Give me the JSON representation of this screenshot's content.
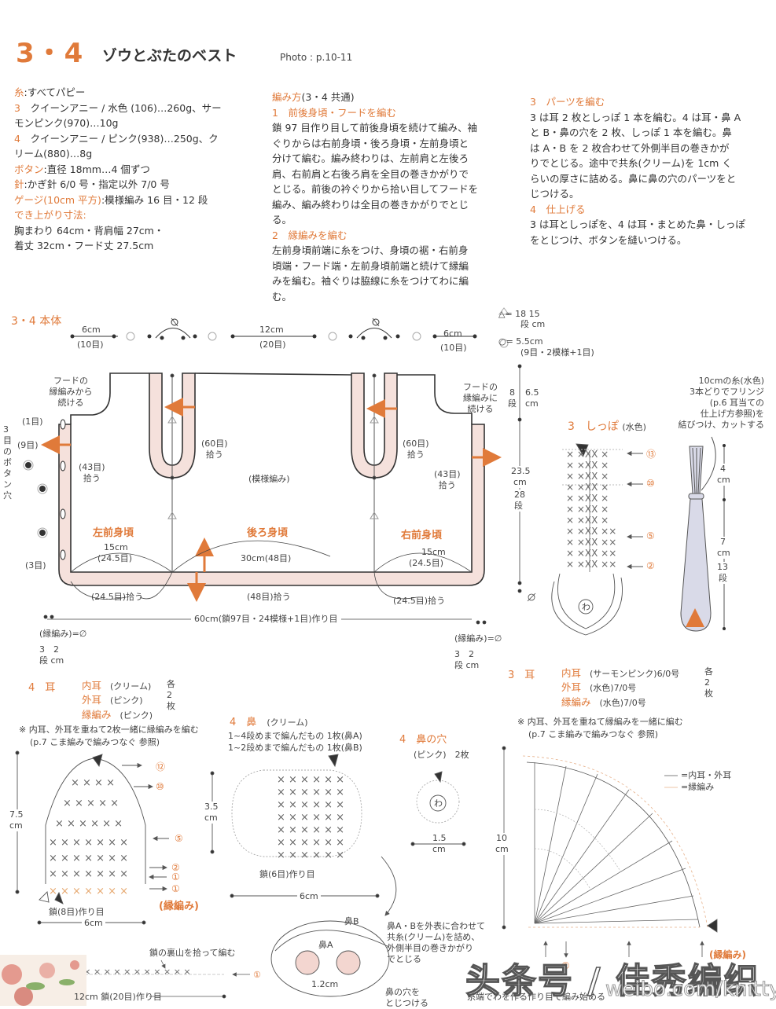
{
  "header": {
    "number": "3・4",
    "title": "ゾウとぶたのベスト",
    "photo": "Photo : p.10-11"
  },
  "materials": {
    "yarn_label": "糸",
    "yarn_value": ":すべてパピー",
    "item3_num": "3",
    "item3_line1": "クイーンアニー / 水色 (106)…260g、サー",
    "item3_line2": "モンピンク(970)…10g",
    "item4_num": "4",
    "item4_line1": "クイーンアニー / ピンク(938)…250g、ク",
    "item4_line2": "リーム(880)…8g",
    "button_label": "ボタン",
    "button_value": ":直径 18mm…4 個ずつ",
    "needle_label": "針",
    "needle_value": ":かぎ針 6/0 号・指定以外 7/0 号",
    "gauge_label": "ゲージ(10cm 平方)",
    "gauge_value": ":模様編み 16 目・12 段",
    "size_label": "でき上がり寸法:",
    "size_line1": "胸まわり 64cm・背肩幅 27cm・",
    "size_line2": "着丈 32cm・フード丈 27.5cm"
  },
  "instructions": {
    "heading": "編み方",
    "heading_note": "(3・4 共通)",
    "step1_title": "1　前後身頃・フードを編む",
    "step1_lines": [
      "鎖 97 目作り目して前後身頃を続けて編み、袖",
      "ぐりからは右前身頃・後ろ身頃・左前身頃と",
      "分けて編む。編み終わりは、左前肩と左後ろ",
      "肩、右前肩と右後ろ肩を全目の巻きかがりで",
      "とじる。前後の衿ぐりから拾い目してフードを",
      "編み、編み終わりは全目の巻きかがりでとじ",
      "る。"
    ],
    "step2_title": "2　縁編みを編む",
    "step2_lines": [
      "左前身頃前端に糸をつけ、身頃の裾・右前身",
      "頃端・フード端・左前身頃前端と続けて縁編",
      "みを編む。袖ぐりは脇線に糸をつけてわに編",
      "む。"
    ],
    "step3_title": "3　パーツを編む",
    "step3_lines": [
      "3 は耳 2 枚としっぽ 1 本を編む。4 は耳・鼻 A",
      "と B・鼻の穴を 2 枚、しっぽ 1 本を編む。鼻",
      "は A・B を 2 枚合わせて外側半目の巻きかが",
      "りでとじる。途中で共糸(クリーム)を 1cm く",
      "らいの厚さに詰める。鼻に鼻の穴のパーツをと",
      "じつける。"
    ],
    "step4_title": "4　仕上げる",
    "step4_lines": [
      "3 は耳としっぽを、4 は耳・まとめた鼻・しっぽ",
      "をとじつけ、ボタンを縫いつける。"
    ]
  },
  "body_diagram": {
    "title": "3・4 本体",
    "top_left": "6cm",
    "top_left_sub": "(10目)",
    "top_mid": "12cm",
    "top_mid_sub": "(20目)",
    "top_right": "6cm",
    "top_right_sub": "(10目)",
    "legend_triangle": "△= 18 15",
    "legend_triangle_sub": "段 cm",
    "legend_circle": "○= 5.5cm",
    "legend_circle_sub": "(9目・2模様+1目)",
    "hood_left": [
      "フードの",
      "縁編みから",
      "続ける"
    ],
    "hood_right": [
      "フードの",
      "縁編みに",
      "続ける"
    ],
    "hood_height": "6.5",
    "hood_height_unit": "cm",
    "hood_rows": "8",
    "hood_rows_unit": "段",
    "one_stitch": "(1目)",
    "nine_stitch": "(9目)",
    "three_stitch": "(3目)",
    "buttonhole": "3目のボタン穴",
    "pick43_left": "(43目)",
    "pick43_right": "(43目)",
    "pick_label": "拾う",
    "pick60_left": "(60目)",
    "pick60_right": "(60目)",
    "pattern": "(模様編み)",
    "left_front": "左前身頃",
    "back": "後ろ身頃",
    "right_front": "右前身頃",
    "lf_width": "15cm",
    "lf_stitches": "(24.5目)",
    "back_width": "30cm(48目)",
    "rf_width": "15cm",
    "rf_stitches": "(24.5目)",
    "pick_lf": "(24.5目)拾う",
    "pick_back": "(48目)拾う",
    "pick_rf": "(24.5目)拾う",
    "body_height": "23.5",
    "body_height_unit": "cm",
    "body_rows": "28",
    "body_rows_unit": "段",
    "foundation": "60cm(鎖97目・24模様+1目)作り目",
    "edging_left": "(縁編み)=∅",
    "edging_left_rows": "3　2",
    "edging_left_units": "段 cm",
    "edging_right": "(縁編み)=∅",
    "edging_right_rows": "3　2",
    "edging_right_units": "段 cm"
  },
  "tail": {
    "title_num": "3",
    "title": "しっぽ",
    "color": "(水色)",
    "note": [
      "10cmの糸(水色)",
      "3本どりでフリンジ",
      "(p.6 耳当ての",
      "仕上げ方参照)を",
      "結びつけ、カットする"
    ],
    "row_markers": [
      "⑬",
      "⑩",
      "⑤",
      "②"
    ],
    "dim_fringe": "4",
    "dim_fringe_unit": "cm",
    "dim_body": "7",
    "dim_body_unit": "cm",
    "dim_rows": "13",
    "dim_rows_unit": "段",
    "ring": "わ"
  },
  "ear4": {
    "title_num": "4",
    "title": "耳",
    "inner": "内耳",
    "inner_color": "(クリーム)",
    "outer": "外耳",
    "outer_color": "(ピンク)",
    "edge": "縁編み",
    "edge_color": "(ピンク)",
    "count": "各2枚",
    "note1": "※ 内耳、外耳を重ねて2枚一緒に縁編みを編む",
    "note2": "(p.7 こま編みで編みつなぐ 参照)",
    "height": "7.5",
    "height_unit": "cm",
    "sub_height": "3.5",
    "sub_height_unit": "cm",
    "rows": [
      "⑫",
      "⑩",
      "⑤",
      "②",
      "①",
      "①"
    ],
    "edge_label": "(縁編み)",
    "chain": "鎖(8目)作り目",
    "width": "6cm"
  },
  "nose4": {
    "title_num": "4",
    "title": "鼻",
    "color": "(クリーム)",
    "line1": "1~4段めまで編んだもの 1枚(鼻A)",
    "line2": "1~2段めまで編んだもの 1枚(鼻B)",
    "height": "3.5",
    "height_unit": "cm",
    "chain": "鎖(6目)作り目",
    "width": "6cm",
    "nose_b": "鼻B",
    "nose_a": "鼻A",
    "gap": "1.2cm",
    "assembly_note": [
      "鼻A・Bを外表に合わせて",
      "共糸(クリーム)を詰め、",
      "外側半目の巻きかがり",
      "でとじる"
    ],
    "nostril_note": [
      "鼻の穴を",
      "とじつける"
    ]
  },
  "nostril4": {
    "title_num": "4",
    "title": "鼻の穴",
    "color": "(ピンク)",
    "count": "2枚",
    "ring": "わ",
    "width": "1.5",
    "width_unit": "cm"
  },
  "ear3": {
    "title_num": "3",
    "title": "耳",
    "inner": "内耳",
    "inner_color": "(サーモンピンク)6/0号",
    "outer": "外耳",
    "outer_color": "(水色)7/0号",
    "edge": "縁編み",
    "edge_color": "(水色)7/0号",
    "count": "各2枚",
    "note1": "※ 内耳、外耳を重ねて縁編みを一緒に編む",
    "note2": "(p.7 こま編みで編みつなぐ 参照)",
    "legend1": "=内耳・外耳",
    "legend2": "=縁編み",
    "height": "10",
    "height_unit": "cm",
    "start_note": "糸端でわを作る作り目で編み始める",
    "row": "②",
    "edge_label": "(縁編み)"
  },
  "strap": {
    "note": "鎖の裏山を拾って編む",
    "row": "①",
    "chain": "12cm 鎖(20目)作り目"
  },
  "watermark": {
    "text": "头条号 / 佳秀编织",
    "sub": "weibo.com/knitty"
  },
  "colors": {
    "accent": "#e07a3a",
    "band": "#f5e1dc",
    "line": "#333333",
    "tail_fill": "#d9dae8"
  }
}
